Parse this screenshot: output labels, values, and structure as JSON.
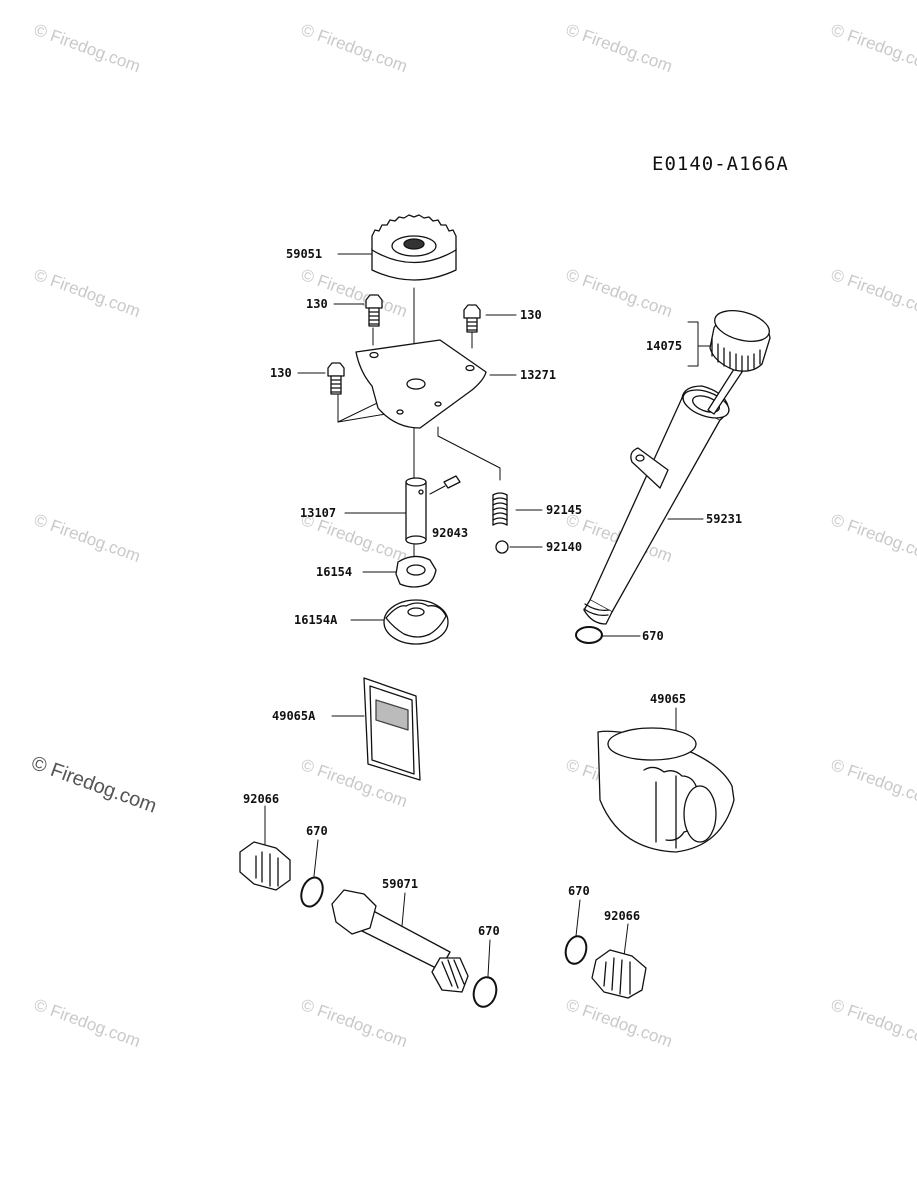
{
  "diagram": {
    "code": "E0140-A166A"
  },
  "watermark": {
    "text": "© Firedog.com"
  },
  "parts": {
    "gear": "59051",
    "bolt_top_left": "130",
    "bolt_top_right": "130",
    "bolt_left": "130",
    "plate": "13271",
    "cap": "14075",
    "shaft": "13107",
    "pin": "92043",
    "spring": "92145",
    "ball": "92140",
    "tube": "59231",
    "rotor_inner": "16154",
    "rotor_outer": "16154A",
    "oring_tube": "670",
    "screen": "49065A",
    "filter": "49065",
    "plug_left": "92066",
    "oring_left": "670",
    "fitting": "59071",
    "oring_fitting": "670",
    "oring_right": "670",
    "plug_right": "92066"
  }
}
